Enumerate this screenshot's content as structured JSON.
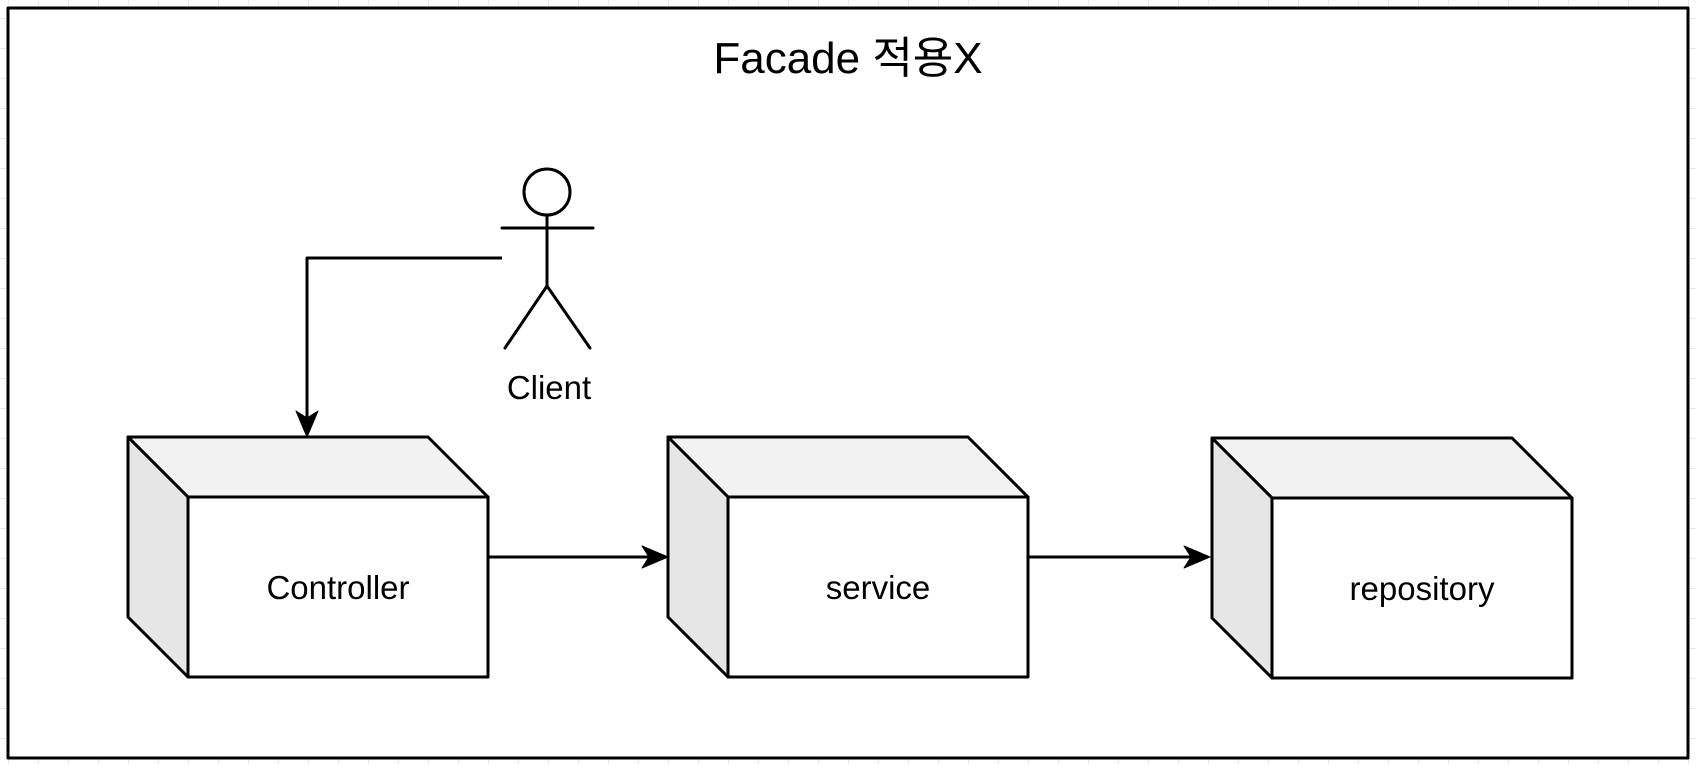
{
  "diagram": {
    "title": "Facade 적용X",
    "actor": {
      "id": "client",
      "label": "Client"
    },
    "nodes": [
      {
        "id": "controller",
        "label": "Controller",
        "shape": "cube"
      },
      {
        "id": "service",
        "label": "service",
        "shape": "cube"
      },
      {
        "id": "repository",
        "label": "repository",
        "shape": "cube"
      }
    ],
    "edges": [
      {
        "from": "client",
        "to": "controller",
        "style": "elbow-arrow"
      },
      {
        "from": "controller",
        "to": "service",
        "style": "straight-arrow"
      },
      {
        "from": "service",
        "to": "repository",
        "style": "straight-arrow"
      }
    ],
    "colors": {
      "stroke": "#000000",
      "node_front": "#ffffff",
      "node_top": "#f2f2f2",
      "node_side": "#e6e6e6",
      "canvas_fill": "#ffffff",
      "grid_line": "#e8e8e8"
    }
  }
}
